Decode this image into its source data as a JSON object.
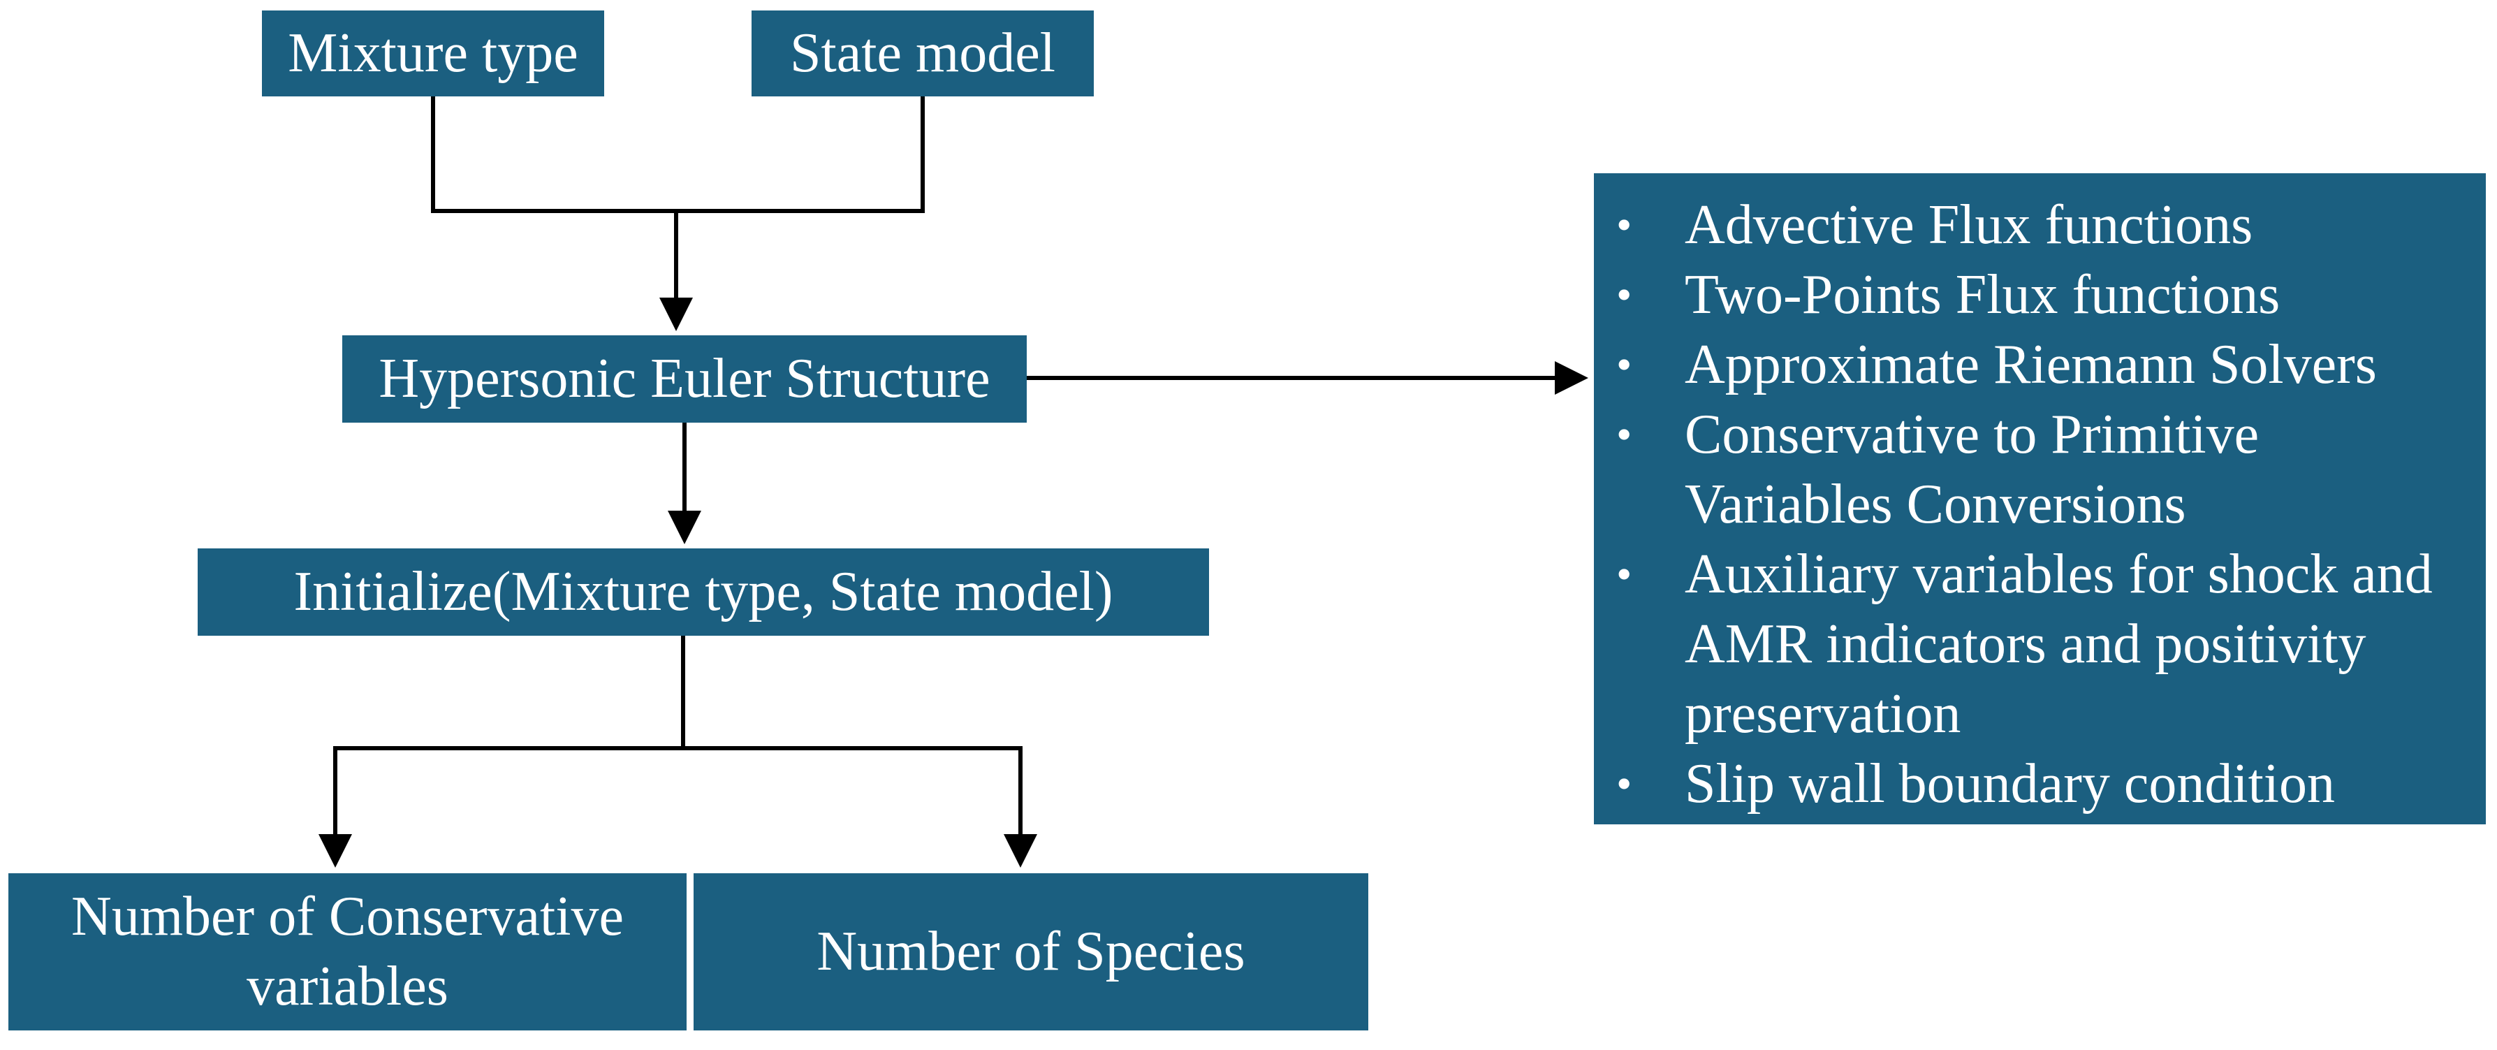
{
  "colors": {
    "box_fill": "#1b5f80",
    "box_text": "#ffffff",
    "line": "#000000"
  },
  "nodes": {
    "mixture_type": "Mixture type",
    "state_model": "State model",
    "euler_structure": "Hypersonic Euler Structure",
    "initialize": "Initialize(Mixture type, State model)",
    "conservative_lines": [
      "Number of Conservative",
      "variables"
    ],
    "species": "Number of Species"
  },
  "features": {
    "bullet_icon": "bullet-icon",
    "items": [
      {
        "lines": [
          "Advective Flux functions"
        ]
      },
      {
        "lines": [
          "Two-Points Flux functions"
        ]
      },
      {
        "lines": [
          "Approximate Riemann Solvers"
        ]
      },
      {
        "lines": [
          "Conservative to Primitive",
          "Variables Conversions"
        ]
      },
      {
        "lines": [
          "Auxiliary variables for shock and",
          "AMR indicators and positivity",
          "preservation"
        ]
      },
      {
        "lines": [
          "Slip wall boundary condition"
        ]
      }
    ]
  }
}
